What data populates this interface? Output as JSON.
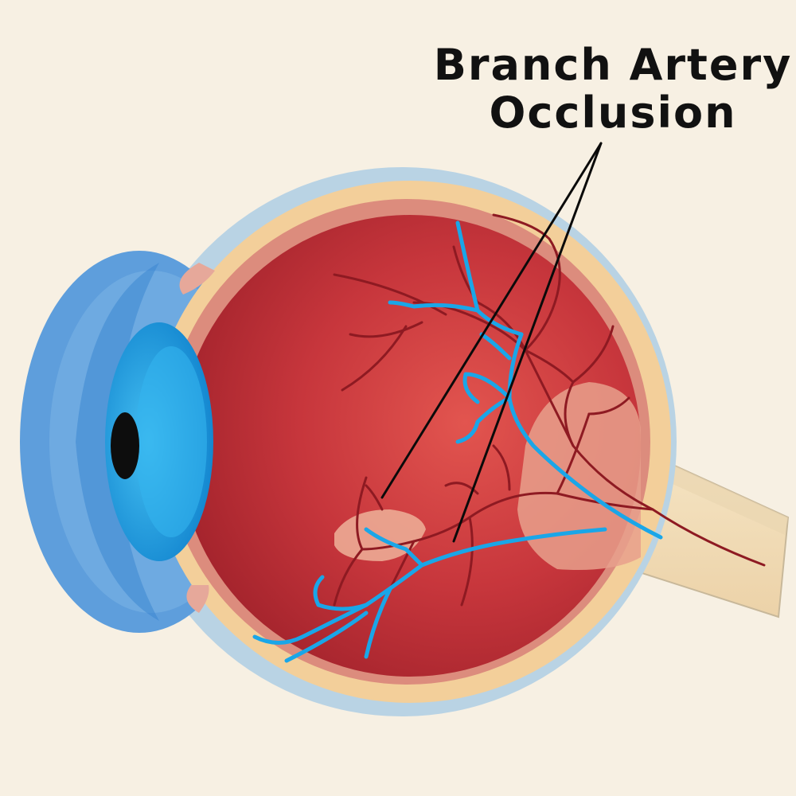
{
  "label": {
    "line1": "Branch Artery",
    "line2": "Occlusion"
  },
  "colors": {
    "background": "#f7f0e3",
    "outer_coat": "#b9d3e4",
    "sclera_band": "#f3cf9a",
    "choroid_layer": "#dc8c7d",
    "vitreous": "#c7363c",
    "cornea": "#4a8fd8",
    "iris": "#1aa3e6",
    "pupil": "#0d0d0d",
    "artery": "#8e1a22",
    "vein": "#1aa6e8",
    "occluded_patch": "#e8a08c",
    "optic_nerve": "#f4dcb4",
    "pointer": "#0a0a0a"
  },
  "icons": [
    "eye-cross-section-illustration"
  ]
}
